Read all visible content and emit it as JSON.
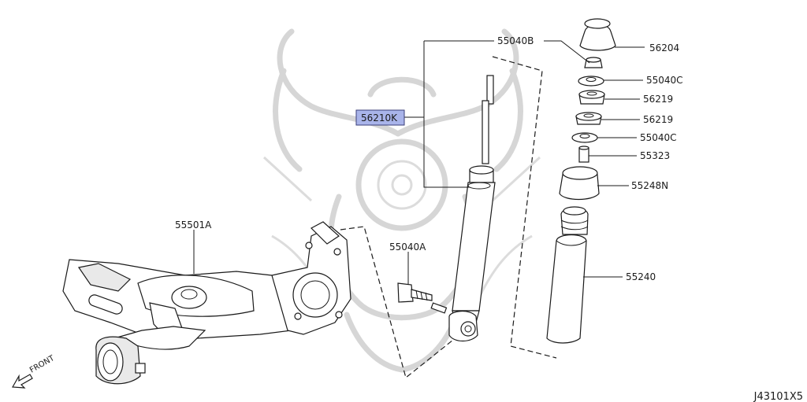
{
  "labels": {
    "p56204": "56204",
    "p55040c_top": "55040C",
    "p56219_top": "56219",
    "p56219_bottom": "56219",
    "p55040c_bottom": "55040C",
    "p55323": "55323",
    "p55248n": "55248N",
    "p55240": "55240",
    "p55040b": "55040B",
    "p56210k": "56210K",
    "p55040a": "55040A",
    "p55501a": "55501A"
  },
  "front_label": "FRONT",
  "diagram_ref": "J43101X5",
  "colors": {
    "highlight": "#a9b4ea",
    "highlight_border": "#3a3f7a",
    "line": "#1a1a1a",
    "watermark": "#d6d6d6"
  },
  "icons": {
    "front": "front-arrow-icon"
  }
}
